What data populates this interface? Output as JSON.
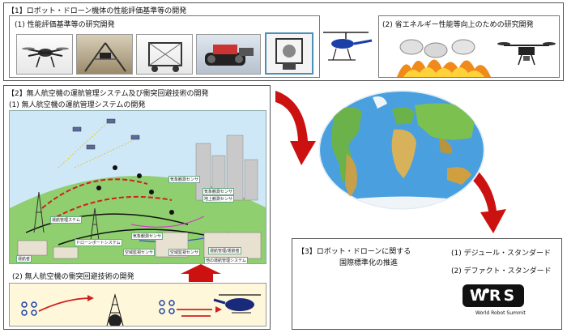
{
  "section1": {
    "title": "【1】ロボット・ドローン機体の性能評価基準等の開発",
    "sub1": "(1) 性能評価基準等の研究開発",
    "sub2": "(2) 省エネルギー性能等向上のための研究開発"
  },
  "section2": {
    "title": "【2】無人航空機の運航管理システム及び衝突回避技術の開発",
    "sub1": "(1) 無人航空機の運航管理システムの開発",
    "sub2": "(2) 無人航空機の衝突回避技術の開発",
    "diagram_labels": [
      "気象観測センサ",
      "気象観測センサ",
      "地上観測センサ",
      "運航管理ステム",
      "ドローンポートシステム",
      "空域監視センサ",
      "気象観測センサ",
      "空域監視センサ",
      "他の運航管理システム",
      "運航管理/運航者",
      "運航者"
    ]
  },
  "section3": {
    "title_line1": "【3】ロボット・ドローンに関する",
    "title_line2": "国際標準化の推進",
    "item1": "(1) デジュール・スタンダード",
    "item2": "(2) デファクト・スタンダード",
    "logo_text": "WRS",
    "logo_caption": "World Robot Summit"
  },
  "colors": {
    "arrow": "#cc1111",
    "sky": "#cfe8f7",
    "ground": "#8fcf6f",
    "globe_ocean": "#4aa0df"
  }
}
